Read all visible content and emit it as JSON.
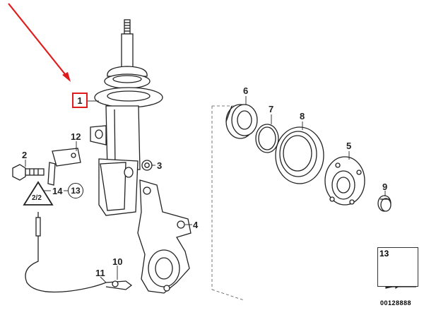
{
  "parts": {
    "p1": "1",
    "p2": "2",
    "p3": "3",
    "p4": "4",
    "p5": "5",
    "p6": "6",
    "p7": "7",
    "p8": "8",
    "p9": "9",
    "p10": "10",
    "p11": "11",
    "p12": "12",
    "p13": "13",
    "p14": "14"
  },
  "warning_badge": "2/2",
  "thumbnail": {
    "part": "13"
  },
  "doc_number": "00128888",
  "colors": {
    "highlight": "#e01b1b",
    "line": "#222222"
  }
}
